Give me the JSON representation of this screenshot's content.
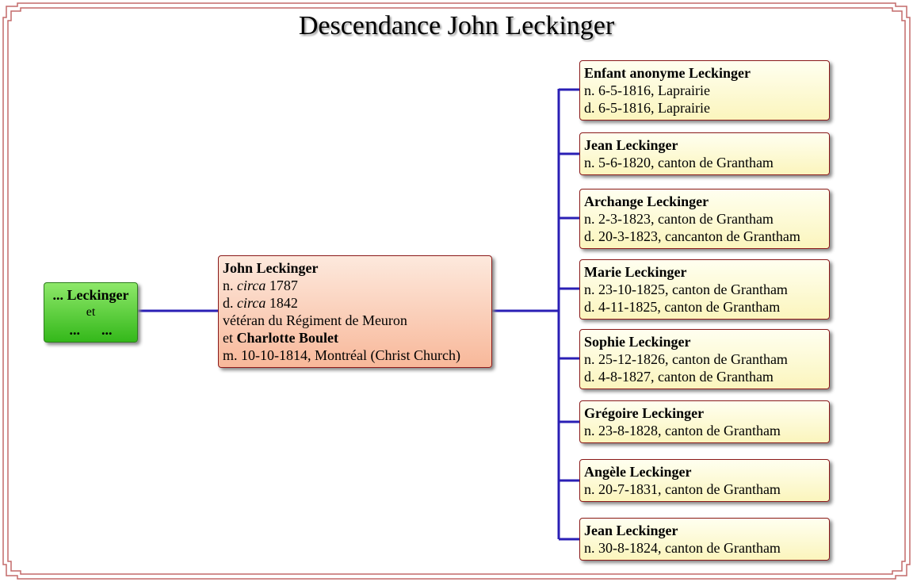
{
  "title": "Descendance John Leckinger",
  "ancestor": {
    "name": "... Leckinger",
    "connector": "et",
    "spouse_name": "...",
    "spouse_surname": "..."
  },
  "couple": {
    "name": "John Leckinger",
    "birth_prefix": "n.",
    "birth_circa": "circa",
    "birth_year": "1787",
    "death_prefix": "d.",
    "death_circa": "circa",
    "death_year": "1842",
    "note": "vétéran du Régiment de Meuron",
    "spouse_prefix": "et",
    "spouse_name": "Charlotte Boulet",
    "marriage": "m. 10-10-1814, Montréal (Christ Church)"
  },
  "children": [
    {
      "name": "Enfant anonyme Leckinger",
      "line1": "n. 6-5-1816, Laprairie",
      "line2": "d. 6-5-1816, Laprairie"
    },
    {
      "name": "Jean Leckinger",
      "line1": "n. 5-6-1820, canton de Grantham"
    },
    {
      "name": "Archange Leckinger",
      "line1": "n. 2-3-1823, canton de Grantham",
      "line2": "d. 20-3-1823, cancanton de Grantham"
    },
    {
      "name": "Marie Leckinger",
      "line1": "n. 23-10-1825, canton de Grantham",
      "line2": "d. 4-11-1825, canton de Grantham"
    },
    {
      "name": "Sophie Leckinger",
      "line1": "n. 25-12-1826, canton de Grantham",
      "line2": "d. 4-8-1827, canton de Grantham"
    },
    {
      "name": "Grégoire Leckinger",
      "line1": "n. 23-8-1828, canton de Grantham"
    },
    {
      "name": "Angèle Leckinger",
      "line1": "n. 20-7-1831, canton de Grantham"
    },
    {
      "name": "Jean Leckinger",
      "line1": "n. 30-8-1824, canton de Grantham"
    }
  ],
  "colors": {
    "connector": "#2a1fb5",
    "frame": "#c46a6a",
    "ancestor_fill": "#4cc52c",
    "couple_fill": "#f9c2a6",
    "child_fill": "#fcf7c6",
    "box_border": "#8b1a1a"
  }
}
